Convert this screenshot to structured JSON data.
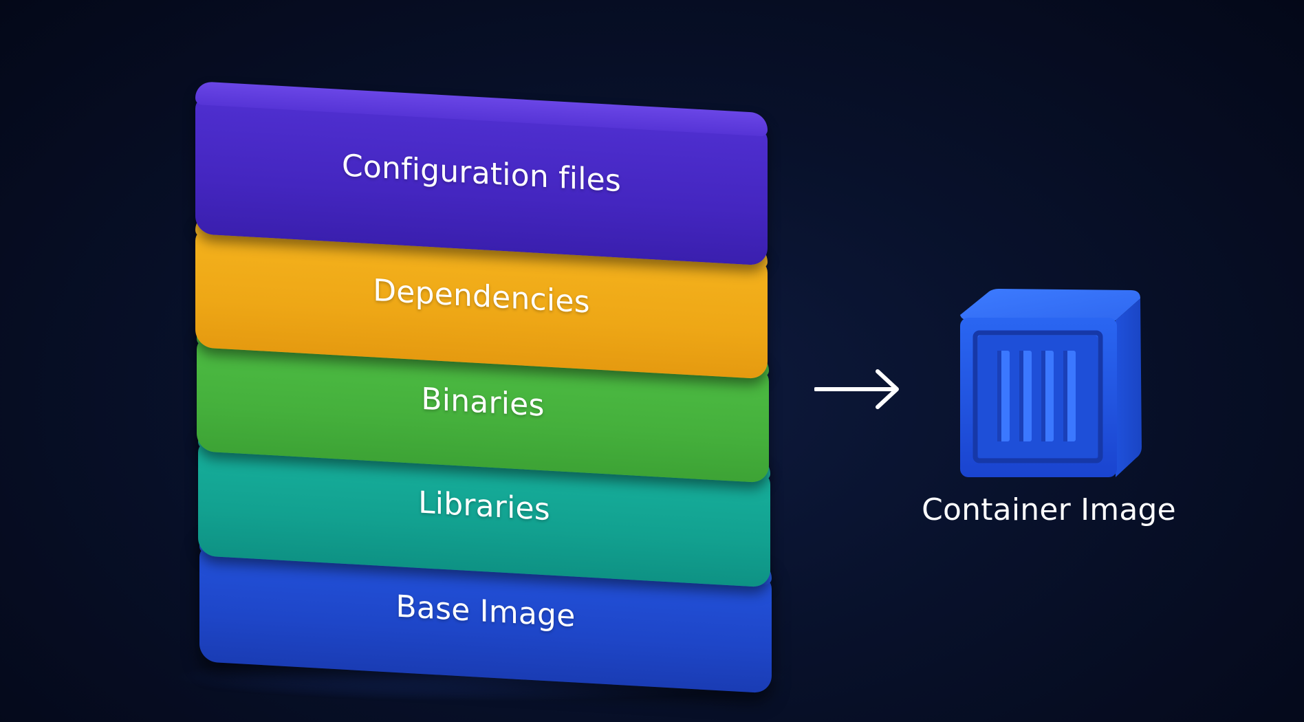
{
  "layers": [
    {
      "id": "config",
      "label": "Configuration files",
      "color": "#4f2fd0"
    },
    {
      "id": "deps",
      "label": "Dependencies",
      "color": "#f4b21d"
    },
    {
      "id": "bins",
      "label": "Binaries",
      "color": "#4dbc43"
    },
    {
      "id": "libs",
      "label": "Libraries",
      "color": "#17b09c"
    },
    {
      "id": "base",
      "label": "Base Image",
      "color": "#2352db"
    }
  ],
  "result": {
    "label": "Container Image",
    "icon": "container-cube-icon",
    "color": "#1f55e8"
  },
  "connector": {
    "icon": "arrow-right-icon"
  },
  "background_color": "#08112b"
}
